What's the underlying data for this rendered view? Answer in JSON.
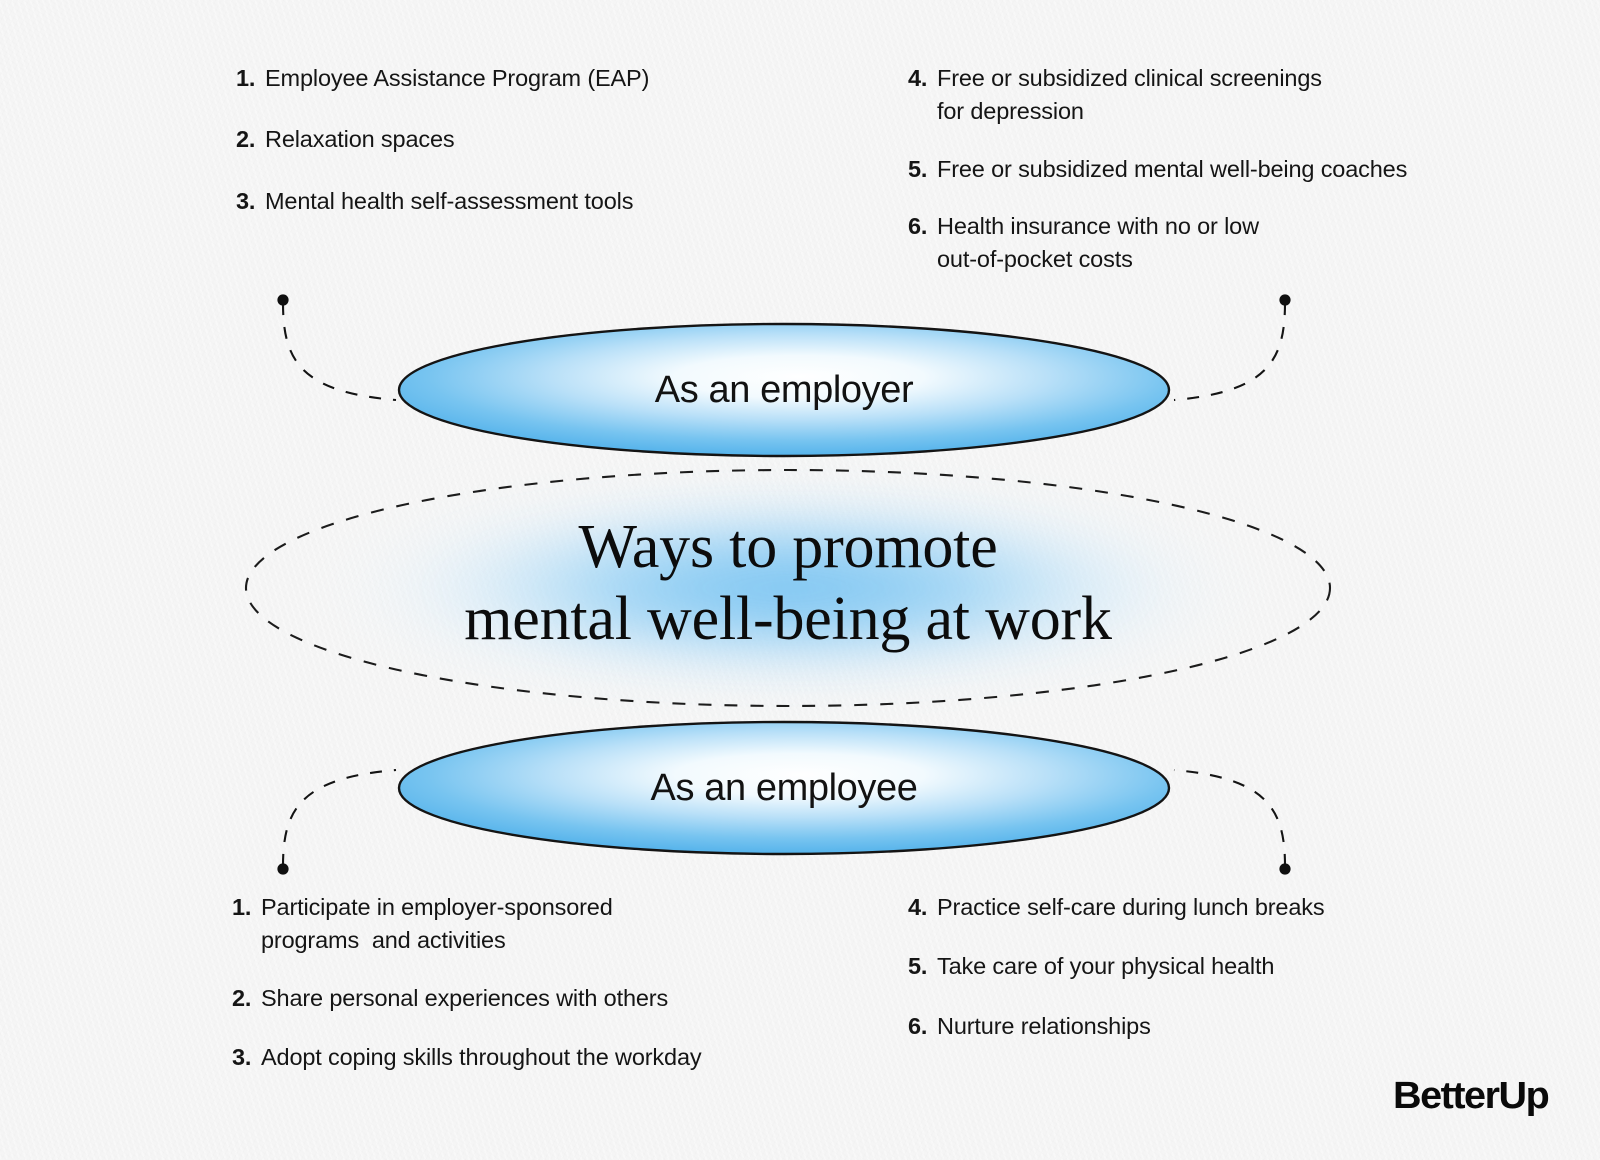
{
  "brand": {
    "name": "BetterUp"
  },
  "center": {
    "title_line1": "Ways to promote",
    "title_line2": "mental well-being at work"
  },
  "employer": {
    "label": "As an employer",
    "left_items": [
      {
        "num": "1.",
        "text": "Employee Assistance Program (EAP)"
      },
      {
        "num": "2.",
        "text": "Relaxation spaces"
      },
      {
        "num": "3.",
        "text": "Mental health self-assessment tools"
      }
    ],
    "right_items": [
      {
        "num": "4.",
        "text": "Free or subsidized clinical screenings\nfor depression"
      },
      {
        "num": "5.",
        "text": "Free or subsidized mental well-being coaches"
      },
      {
        "num": "6.",
        "text": "Health insurance with no or low\nout-of-pocket costs"
      }
    ]
  },
  "employee": {
    "label": "As an employee",
    "left_items": [
      {
        "num": "1.",
        "text": "Participate in employer-sponsored\nprograms  and activities"
      },
      {
        "num": "2.",
        "text": "Share personal experiences with others"
      },
      {
        "num": "3.",
        "text": "Adopt coping skills throughout the workday"
      }
    ],
    "right_items": [
      {
        "num": "4.",
        "text": "Practice self-care during lunch breaks"
      },
      {
        "num": "5.",
        "text": "Take care of your physical health"
      },
      {
        "num": "6.",
        "text": "Nurture relationships"
      }
    ]
  },
  "colors": {
    "background": "#f5f5f5",
    "ellipse_blue": "#57b4ec",
    "ellipse_center": "#fdfefe",
    "glow_blue": "#7cc6f2",
    "outline": "#1a1a1a",
    "text": "#151515"
  },
  "icons": {
    "connector_dot": "connector-dot",
    "connector_dash": "connector-dashed-line",
    "center_dashed_ellipse": "dashed-ellipse-outline"
  }
}
